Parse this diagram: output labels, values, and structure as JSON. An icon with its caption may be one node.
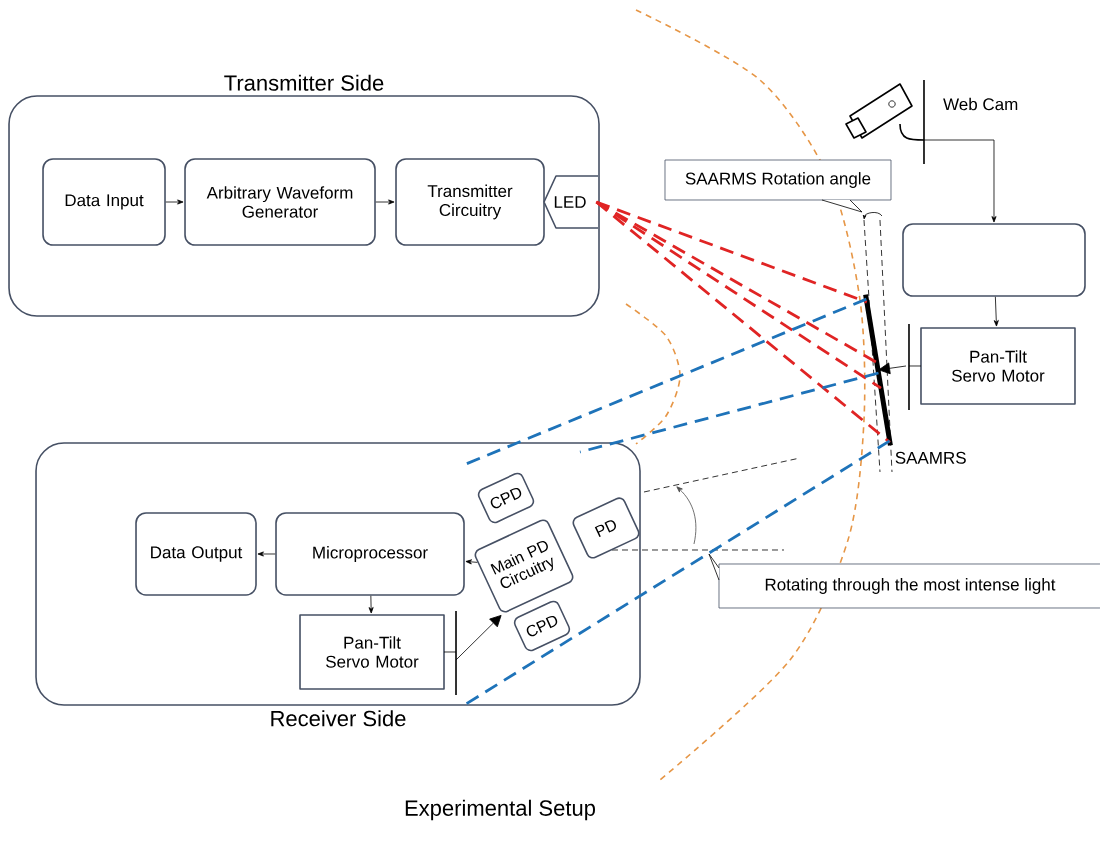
{
  "diagram": {
    "caption": "Experimental Setup",
    "nodes": [
      {
        "text": [
          "Transmitter Side"
        ]
      },
      {
        "text": [
          "Data Input"
        ],
        "in": 0
      },
      {
        "text": [
          "Arbitrary Waveform Generator"
        ],
        "in": 0
      },
      {
        "text": [
          "Transmitter Circuitry"
        ],
        "in": 0
      },
      {
        "text": [
          "LED"
        ],
        "in": 0
      },
      {
        "text": [],
        "shape": "picture",
        "beside": [
          "Web Cam"
        ]
      },
      {
        "text": [],
        "shape": "box"
      },
      {
        "text": [
          "Pan-Tilt Servo Motor"
        ]
      },
      {
        "text": [],
        "shape": "bar",
        "beside": [
          "SAAMRS"
        ]
      },
      {
        "text": [
          "SAARMS Rotation angle"
        ]
      },
      {
        "text": [
          "Receiver Side"
        ]
      },
      {
        "text": [
          "Data Output"
        ],
        "in": 10
      },
      {
        "text": [
          "Microprocessor"
        ],
        "in": 10
      },
      {
        "text": [
          "Pan-Tilt Servo Motor"
        ],
        "in": 10
      },
      {
        "text": [
          "CPD"
        ],
        "in": 10
      },
      {
        "text": [
          "Main PD Circuitry"
        ],
        "in": 10
      },
      {
        "text": [
          "PD"
        ],
        "in": 10
      },
      {
        "text": [
          "CPD"
        ],
        "in": 10
      },
      {
        "text": [
          "Rotating through the most intense light"
        ]
      }
    ],
    "edges": [
      {
        "from": 1,
        "to": 2,
        "arrow": "to"
      },
      {
        "from": 2,
        "to": 3,
        "arrow": "to"
      },
      {
        "from": 5,
        "to": 6,
        "arrow": "to"
      },
      {
        "from": 6,
        "to": 7,
        "arrow": "to"
      },
      {
        "from": 7,
        "to": 8,
        "arrow": "to"
      },
      {
        "from": 4,
        "to": 8,
        "arrow": "none",
        "style": "dashed",
        "color": "#e02424"
      },
      {
        "from": 4,
        "to": 8,
        "arrow": "none",
        "style": "dashed",
        "color": "#e02424"
      },
      {
        "from": 4,
        "to": 8,
        "arrow": "none",
        "style": "dashed",
        "color": "#e02424"
      },
      {
        "from": 4,
        "to": 8,
        "arrow": "none",
        "style": "dashed",
        "color": "#e02424"
      },
      {
        "from": 12,
        "to": 11,
        "arrow": "to"
      },
      {
        "from": 15,
        "to": 12,
        "arrow": "to"
      },
      {
        "from": 12,
        "to": 13,
        "arrow": "to"
      },
      {
        "from": 13,
        "to": 15,
        "arrow": "to"
      },
      {
        "from": 8,
        "to": 10,
        "arrow": "none",
        "style": "dashed",
        "color": "#1e73b9"
      },
      {
        "from": 8,
        "to": 10,
        "arrow": "none",
        "style": "dashed",
        "color": "#1e73b9"
      },
      {
        "from": 8,
        "to": 10,
        "arrow": "none",
        "style": "dashed",
        "color": "#1e73b9"
      }
    ]
  }
}
